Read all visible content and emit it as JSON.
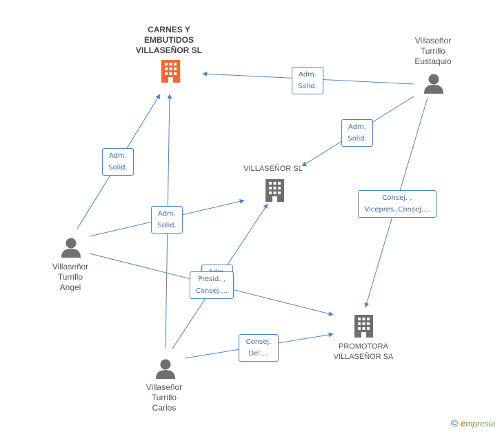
{
  "nodes": {
    "carnes": {
      "label1": "CARNES Y",
      "label2": "EMBUTIDOS",
      "label3": "VILLASEÑOR SL"
    },
    "villasenor_sl": {
      "label1": "VILLASEÑOR SL"
    },
    "promotora": {
      "label1": "PROMOTORA",
      "label2": "VILLASEÑOR SA"
    },
    "eustaquio": {
      "label1": "Villaseñor",
      "label2": "Turrillo",
      "label3": "Eustaquio"
    },
    "angel": {
      "label1": "Villaseñor",
      "label2": "Turrillo",
      "label3": "Angel"
    },
    "carlos": {
      "label1": "Villaseñor",
      "label2": "Turrillo",
      "label3": "Carlos"
    }
  },
  "edge_labels": {
    "eustaquio_carnes": {
      "l1": "Adm.",
      "l2": "Solid."
    },
    "eustaquio_vsl": {
      "l1": "Adm.",
      "l2": "Solid."
    },
    "eustaquio_promotora": {
      "l1": "Consej. ,",
      "l2": "Vicepres.,Consej...."
    },
    "angel_carnes": {
      "l1": "Adm.",
      "l2": "Solid."
    },
    "angel_vsl": {
      "l1": "Adm.",
      "l2": "Solid."
    },
    "carlos_vsl_behind": {
      "l1": "Adm."
    },
    "angel_promotora": {
      "l1": "Presid. ,",
      "l2": "Consej...."
    },
    "carlos_promotora": {
      "l1": "Consej.",
      "l2": "Del...."
    }
  },
  "brand": {
    "copyright": "©",
    "e": "e",
    "rest": "mpresia"
  },
  "colors": {
    "edge": "#4a86c8",
    "main_company": "#f06a35",
    "company": "#6f6f6f",
    "person": "#6f6f6f"
  }
}
